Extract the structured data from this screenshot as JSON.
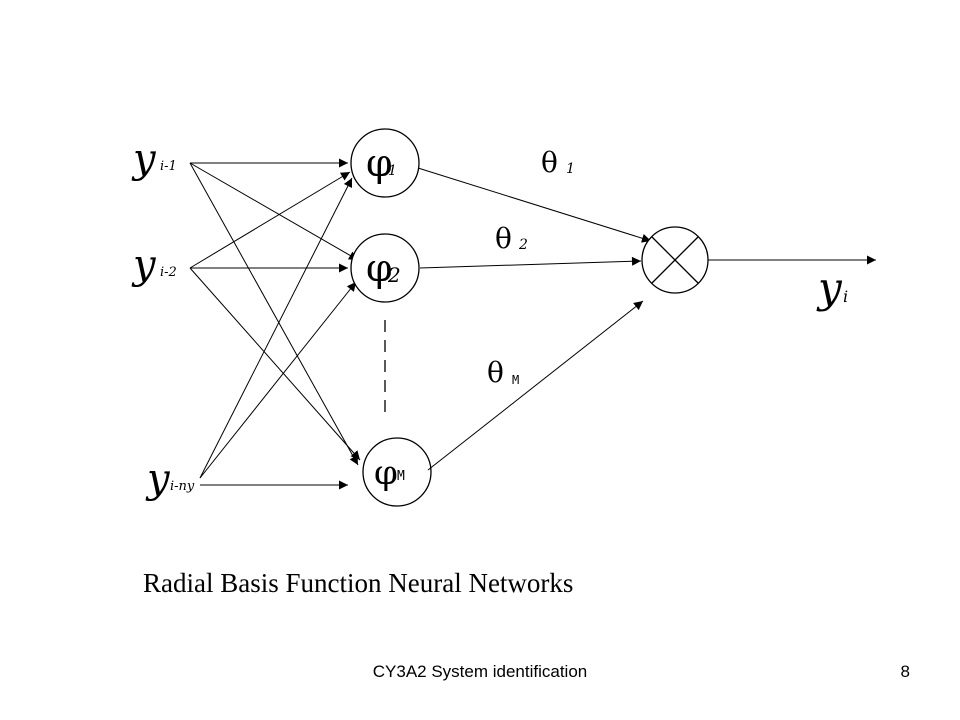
{
  "diagram": {
    "inputs": [
      {
        "id": "in1",
        "symbol": "y",
        "subscript": "i-1"
      },
      {
        "id": "in2",
        "symbol": "y",
        "subscript": "i-2"
      },
      {
        "id": "in3",
        "symbol": "y",
        "subscript": "i-ny"
      }
    ],
    "hidden": [
      {
        "id": "h1",
        "symbol": "φ",
        "subscript": "1"
      },
      {
        "id": "h2",
        "symbol": "φ",
        "subscript": "2"
      },
      {
        "id": "h3",
        "symbol": "φ",
        "subscript": "M"
      }
    ],
    "weights": [
      {
        "id": "w1",
        "symbol": "θ",
        "subscript": "1"
      },
      {
        "id": "w2",
        "symbol": "θ",
        "subscript": "2"
      },
      {
        "id": "w3",
        "symbol": "θ",
        "subscript": "M"
      }
    ],
    "output": {
      "symbol": "y",
      "subscript": "i"
    }
  },
  "caption": "Radial Basis Function Neural Networks",
  "footer": {
    "title": "CY3A2 System identification",
    "page": "8"
  }
}
